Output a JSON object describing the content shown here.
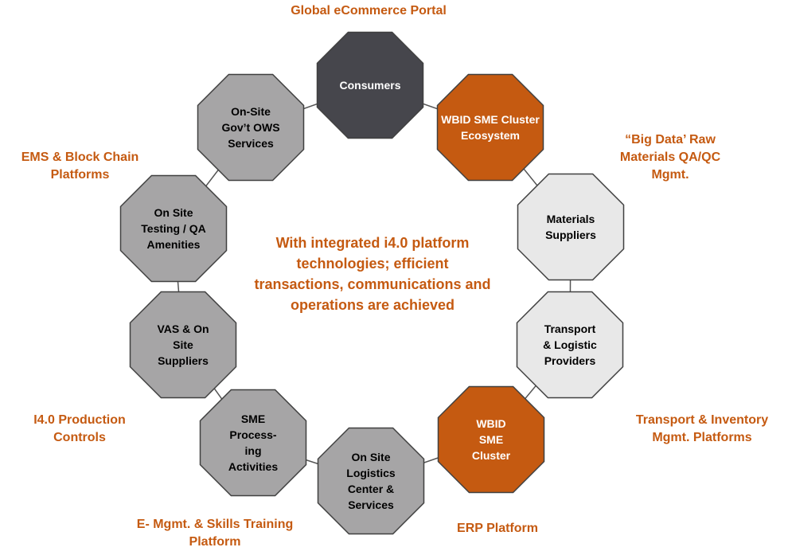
{
  "colors": {
    "dark": "#46464c",
    "orange": "#c55a11",
    "gray": "#a6a5a6",
    "light": "#e8e8e8",
    "ring": "#555555",
    "accent_text": "#c55a11"
  },
  "nodes": [
    {
      "id": "consumers",
      "lines": [
        "Consumers"
      ],
      "fill": "dark",
      "text_color": "#ffffff"
    },
    {
      "id": "wbid-ecosystem",
      "lines": [
        "WBID SME Cluster",
        "Ecosystem"
      ],
      "fill": "orange",
      "text_color": "#ffffff"
    },
    {
      "id": "materials-suppliers",
      "lines": [
        "Materials",
        "Suppliers"
      ],
      "fill": "light",
      "text_color": "#000000"
    },
    {
      "id": "transport-logistic",
      "lines": [
        "Transport",
        "& Logistic",
        "Providers"
      ],
      "fill": "light",
      "text_color": "#000000"
    },
    {
      "id": "wbid-cluster",
      "lines": [
        "WBID",
        "SME",
        "Cluster"
      ],
      "fill": "orange",
      "text_color": "#ffffff"
    },
    {
      "id": "logistics-center",
      "lines": [
        "On Site",
        "Logistics",
        "Center &",
        "Services"
      ],
      "fill": "gray",
      "text_color": "#000000"
    },
    {
      "id": "sme-processing",
      "lines": [
        "SME",
        "Process-",
        "ing",
        "Activities"
      ],
      "fill": "gray",
      "text_color": "#000000"
    },
    {
      "id": "vas-suppliers",
      "lines": [
        "VAS & On",
        "Site",
        "Suppliers"
      ],
      "fill": "gray",
      "text_color": "#000000"
    },
    {
      "id": "testing-qa",
      "lines": [
        "On Site",
        "Testing / QA",
        "Amenities"
      ],
      "fill": "gray",
      "text_color": "#000000"
    },
    {
      "id": "govt-ows",
      "lines": [
        "On-Site",
        "Gov’t OWS",
        "Services"
      ],
      "fill": "gray",
      "text_color": "#000000"
    }
  ],
  "outer_labels": {
    "ecommerce": [
      "Global eCommerce Portal"
    ],
    "big_data": [
      "“Big Data’ Raw",
      "Materials QA/QC",
      "Mgmt."
    ],
    "transport_inventory": [
      "Transport & Inventory",
      "Mgmt. Platforms"
    ],
    "erp": [
      "ERP Platform"
    ],
    "skills_training": [
      "E- Mgmt. & Skills Training",
      "Platform"
    ],
    "i40_production": [
      "I4.0 Production",
      "Controls"
    ],
    "ems_blockchain": [
      "EMS & Block Chain",
      "Platforms"
    ]
  },
  "center_text": "With integrated i4.0 platform technologies; efficient transactions, communications and operations are achieved"
}
